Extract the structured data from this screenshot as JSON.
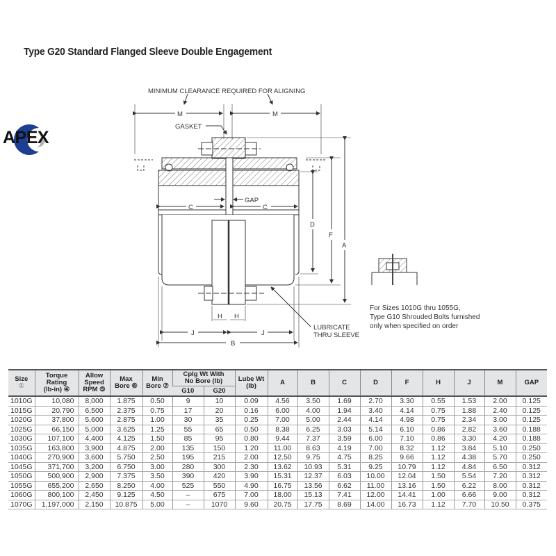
{
  "title": "Type G20 Standard Flanged Sleeve Double Engagement",
  "logo": {
    "text": "APEX",
    "colors": {
      "arc": "#1c3f94",
      "grey": "#b5b5b5",
      "text": "#111111"
    }
  },
  "diagram": {
    "clearance_label": "MINIMUM CLEARANCE REQUIRED FOR ALIGNING",
    "labels": {
      "M": "M",
      "gasket": "GASKET",
      "gap": "GAP",
      "C": "C",
      "D": "D",
      "F": "F",
      "A": "A",
      "H": "H",
      "J": "J",
      "B": "B",
      "lubricate_1": "LUBRICATE",
      "lubricate_2": "THRU SLEEVE"
    }
  },
  "note": [
    "For Sizes 1010G thru 1055G,",
    "Type G10 Shrouded Bolts furnished",
    "only when specified on order"
  ],
  "table": {
    "headers": {
      "size": "Size",
      "size_note": "①",
      "torque": "Torque Rating",
      "torque2": "(lb-in) ④",
      "speed1": "Allow",
      "speed2": "Speed",
      "speed3": "RPM ⑤",
      "maxbore1": "Max",
      "maxbore2": "Bore ⑥",
      "minbore1": "Min",
      "minbore2": "Bore ⑦",
      "cplg1": "Cplg Wt With",
      "cplg2": "No Bore (lb)",
      "g10": "G10",
      "g20": "G20",
      "lube1": "Lube Wt",
      "lube2": "(lb)",
      "A": "A",
      "B": "B",
      "C": "C",
      "D": "D",
      "F": "F",
      "H": "H",
      "J": "J",
      "M": "M",
      "GAP": "GAP"
    },
    "rows": [
      [
        "1010G",
        "10,080",
        "8,000",
        "1.875",
        "0.50",
        "9",
        "10",
        "0.09",
        "4.56",
        "3.50",
        "1.69",
        "2.70",
        "3.30",
        "0.55",
        "1.53",
        "2.00",
        "0.125"
      ],
      [
        "1015G",
        "20,790",
        "6,500",
        "2.375",
        "0.75",
        "17",
        "20",
        "0.16",
        "6.00",
        "4.00",
        "1.94",
        "3.40",
        "4.14",
        "0.75",
        "1.88",
        "2.40",
        "0.125"
      ],
      [
        "1020G",
        "37,800",
        "5,600",
        "2.875",
        "1.00",
        "30",
        "35",
        "0.25",
        "7.00",
        "5.00",
        "2.44",
        "4.14",
        "4.98",
        "0.75",
        "2.34",
        "3.00",
        "0.125"
      ],
      [
        "1025G",
        "66,150",
        "5,000",
        "3.625",
        "1.25",
        "55",
        "65",
        "0.50",
        "8.38",
        "6.25",
        "3.03",
        "5.14",
        "6.10",
        "0.86",
        "2.82",
        "3.60",
        "0.188"
      ],
      [
        "1030G",
        "107,100",
        "4,400",
        "4.125",
        "1.50",
        "85",
        "95",
        "0.80",
        "9.44",
        "7.37",
        "3.59",
        "6.00",
        "7.10",
        "0.86",
        "3.30",
        "4.20",
        "0.188"
      ],
      [
        "1035G",
        "163,800",
        "3,900",
        "4.875",
        "2.00",
        "135",
        "150",
        "1.20",
        "11.00",
        "8.63",
        "4.19",
        "7.00",
        "8.32",
        "1.12",
        "3.84",
        "5.10",
        "0.250"
      ],
      [
        "1040G",
        "270,900",
        "3,600",
        "5.750",
        "2.50",
        "195",
        "215",
        "2.00",
        "12.50",
        "9.75",
        "4.75",
        "8.25",
        "9.66",
        "1.12",
        "4.38",
        "5.70",
        "0.250"
      ],
      [
        "1045G",
        "371,700",
        "3,200",
        "6.750",
        "3.00",
        "280",
        "300",
        "2.30",
        "13.62",
        "10.93",
        "5.31",
        "9.25",
        "10.79",
        "1.12",
        "4.84",
        "6.50",
        "0.312"
      ],
      [
        "1050G",
        "500,900",
        "2,900",
        "7.375",
        "3.50",
        "390",
        "420",
        "3.90",
        "15.31",
        "12.37",
        "6.03",
        "10.00",
        "12.04",
        "1.50",
        "5.54",
        "7.20",
        "0.312"
      ],
      [
        "1055G",
        "655,200",
        "2,650",
        "8.250",
        "4.00",
        "525",
        "550",
        "4.90",
        "16.75",
        "13.56",
        "6.62",
        "11.00",
        "13.16",
        "1.50",
        "6.22",
        "8.00",
        "0.312"
      ],
      [
        "1060G",
        "800,100",
        "2,450",
        "9.125",
        "4.50",
        "–",
        "675",
        "7.00",
        "18.00",
        "15.13",
        "7.41",
        "12.00",
        "14.41",
        "1.00",
        "6.66",
        "9.00",
        "0.312"
      ],
      [
        "1070G",
        "1,197,000",
        "2,150",
        "10.875",
        "5.00",
        "–",
        "1070",
        "9.60",
        "20.75",
        "17.75",
        "8.69",
        "14.00",
        "16.73",
        "1.12",
        "7.70",
        "10.50",
        "0.375"
      ]
    ]
  }
}
